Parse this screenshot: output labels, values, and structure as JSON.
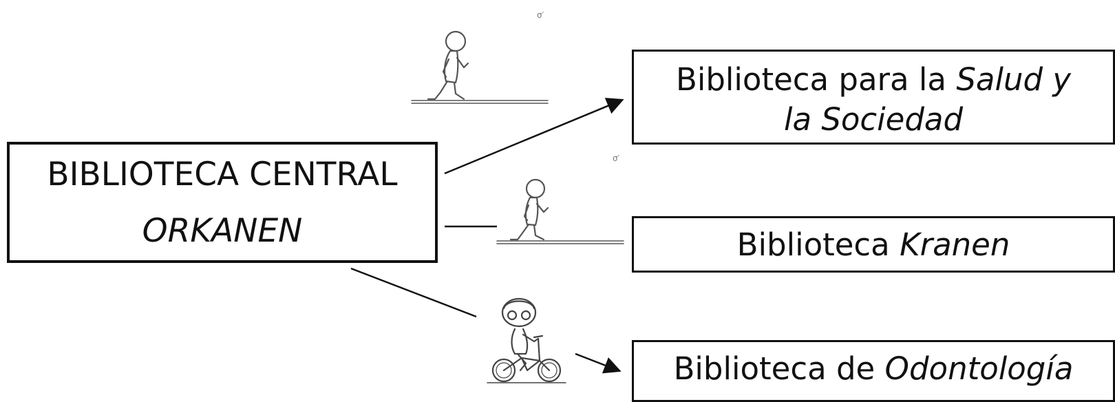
{
  "central": {
    "line1": "BIBLIOTECA CENTRAL",
    "line2": "ORKANEN"
  },
  "salud": {
    "prefix": "Biblioteca para la ",
    "italic_a": "Salud y",
    "italic_b": "la Sociedad"
  },
  "kranen": {
    "prefix": "Biblioteca ",
    "italic": "Kranen"
  },
  "odonto": {
    "prefix": "Biblioteca de ",
    "italic": "Odontología"
  },
  "icons": {
    "walk_top": "walking-person-icon",
    "walk_middle": "walking-person-icon",
    "bike": "cyclist-icon"
  },
  "colors": {
    "ink": "#111111",
    "sketch": "#555555"
  }
}
